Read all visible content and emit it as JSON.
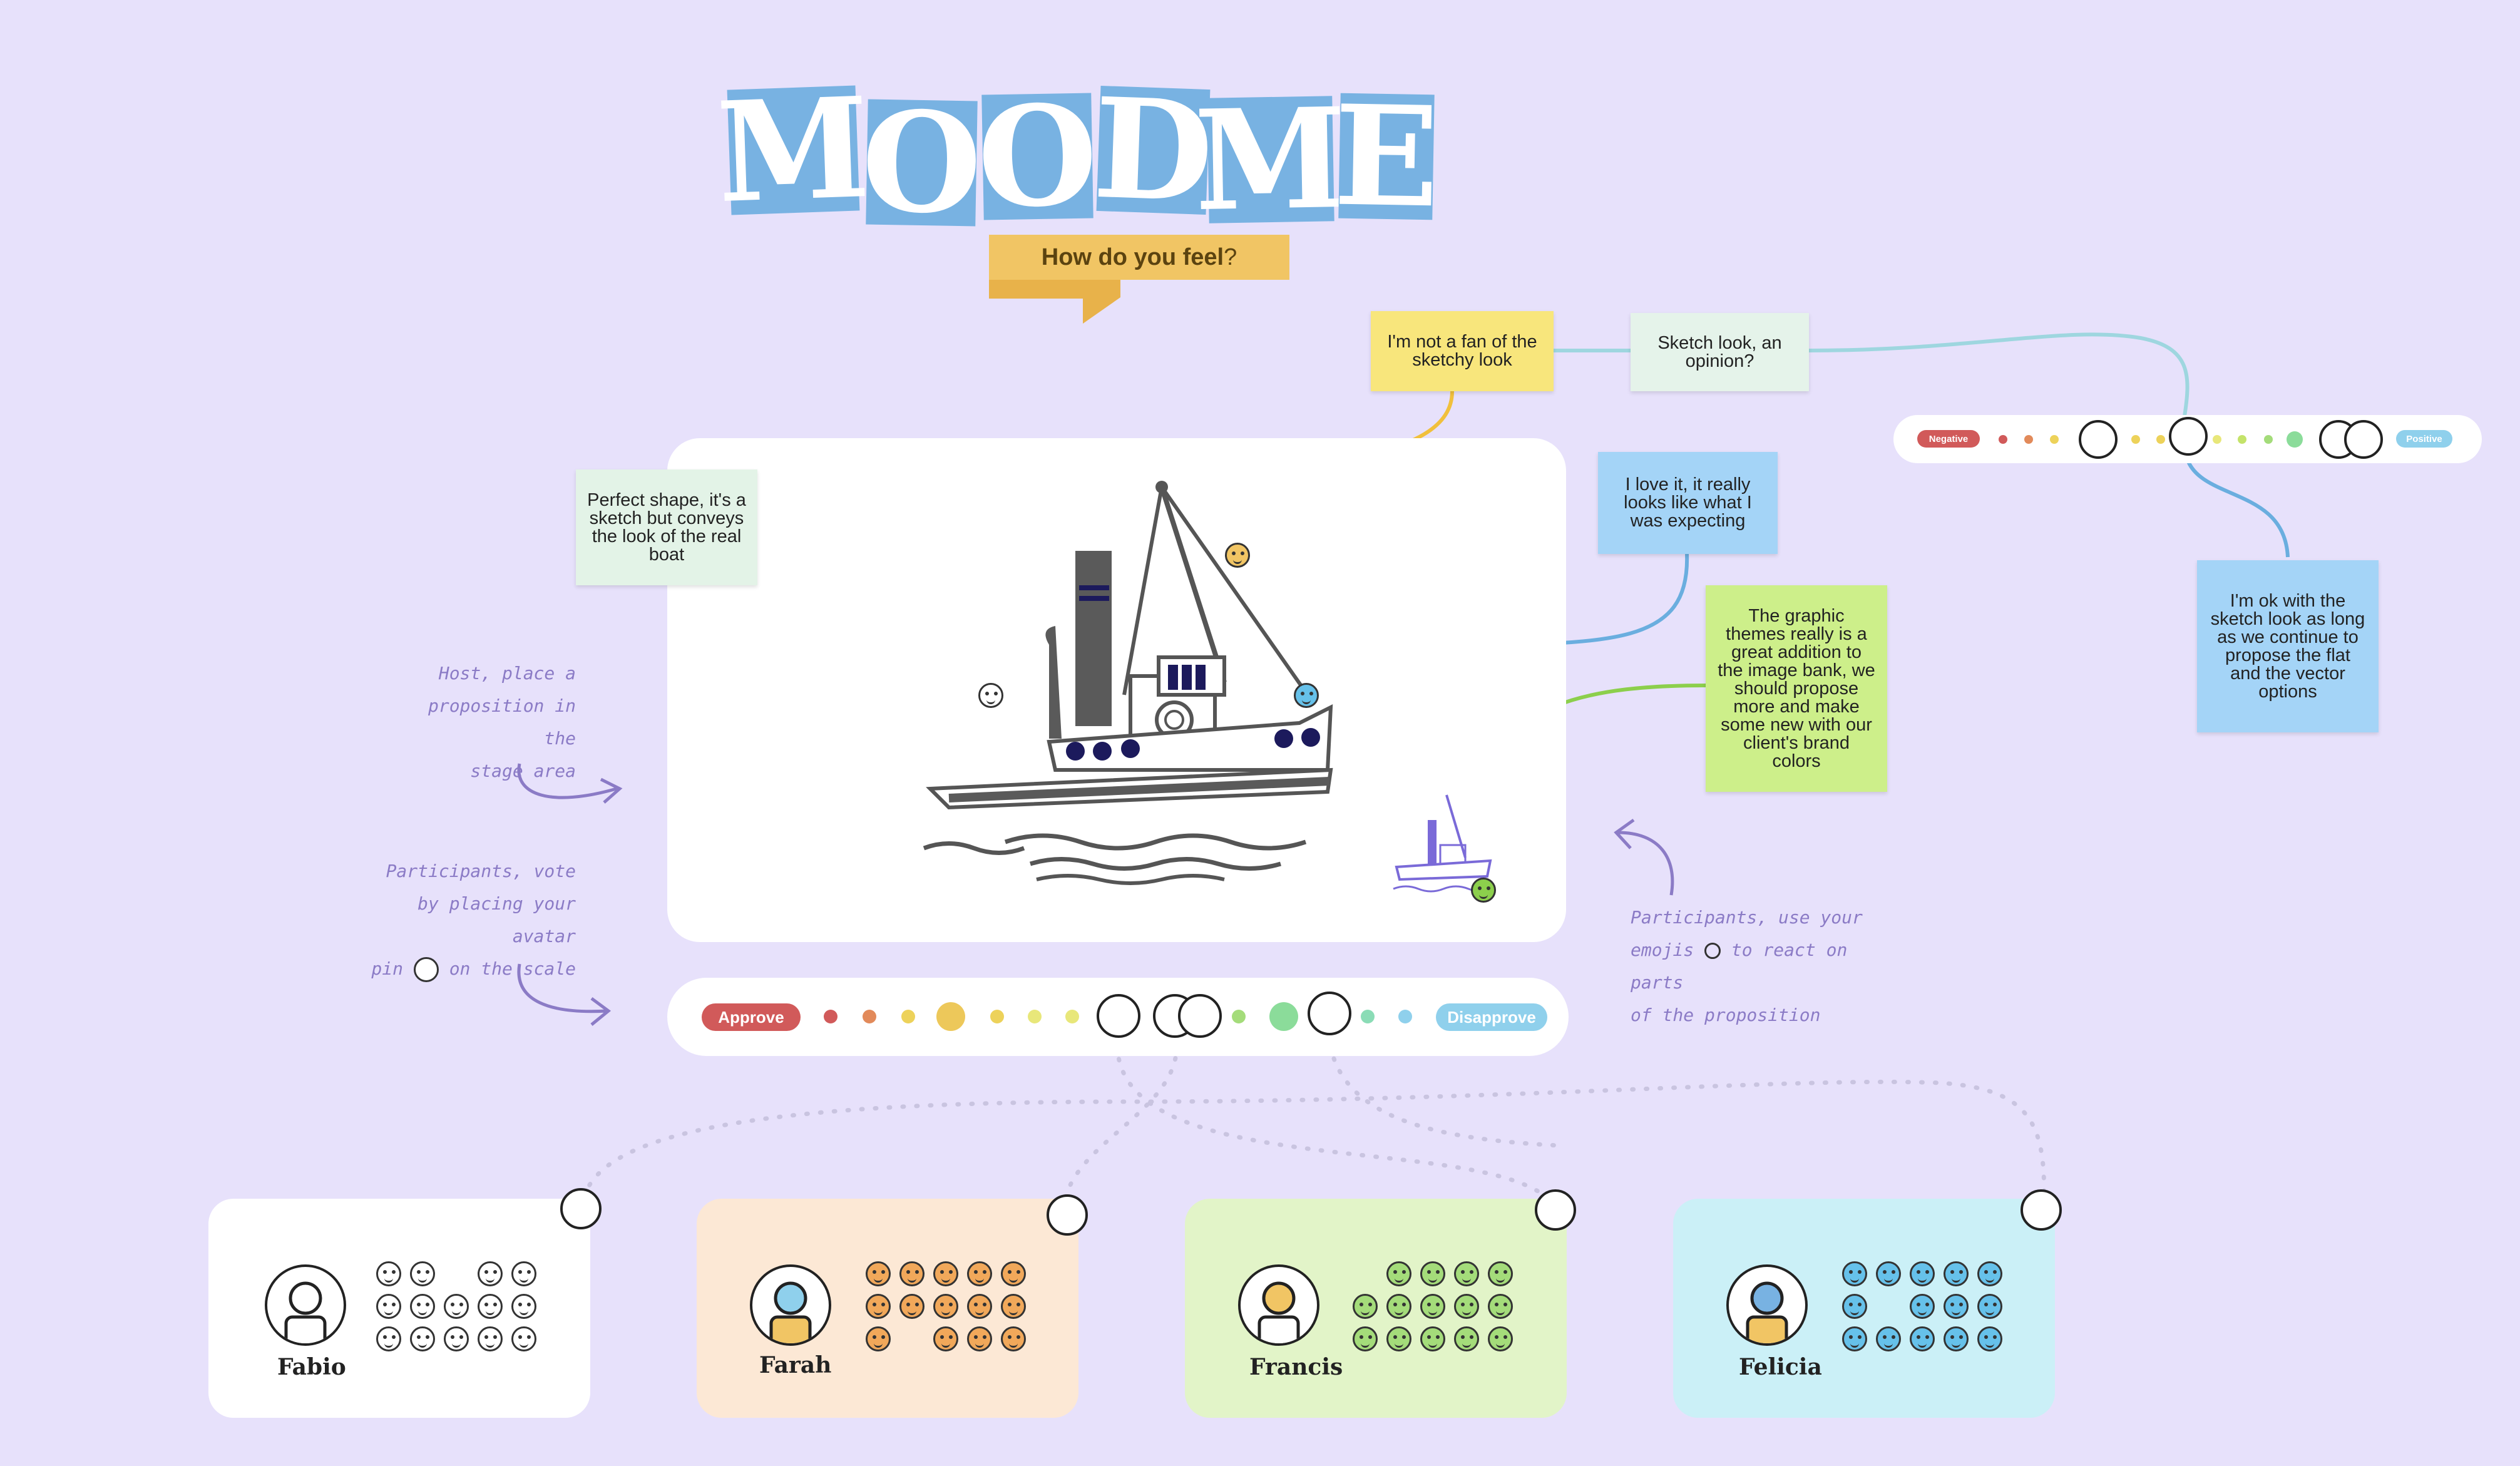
{
  "title": {
    "letters": [
      "M",
      "O",
      "O",
      "D",
      "M",
      "E"
    ],
    "subtitle": "How do you feel",
    "subtitle_mark": "?"
  },
  "notes": {
    "sketchy": "I'm not a fan of the sketchy look",
    "opinion": "Sketch look, an opinion?",
    "perfect": "Perfect shape, it's a sketch but conveys the look of the real boat",
    "love": "I love it, it really looks like what I was expecting",
    "themes": "The graphic themes really is a great addition to the image bank, we should propose more and make some new with our client's brand colors",
    "ok": "I'm ok with the sketch look as long as we continue to propose the flat and the vector options"
  },
  "hints": {
    "host": [
      "Host, place a",
      "proposition in the",
      "stage area"
    ],
    "vote": [
      "Participants, vote",
      "by placing your avatar",
      "pin",
      "on the scale"
    ],
    "react": [
      "Participants, use your",
      "emojis",
      "to react on parts",
      "of the proposition"
    ]
  },
  "scales": {
    "main": {
      "left_label": "Approve",
      "right_label": "Disapprove"
    },
    "small": {
      "left_label": "Negative",
      "right_label": "Positive"
    }
  },
  "participants": [
    {
      "name": "Fabio"
    },
    {
      "name": "Farah"
    },
    {
      "name": "Francis"
    },
    {
      "name": "Felicia"
    }
  ],
  "colors": {
    "background": "#e7e1fb",
    "title_tile": "#78b2e2",
    "banner": "#f1c564",
    "approve": "#d15a5a",
    "disapprove": "#8fd0ec"
  }
}
